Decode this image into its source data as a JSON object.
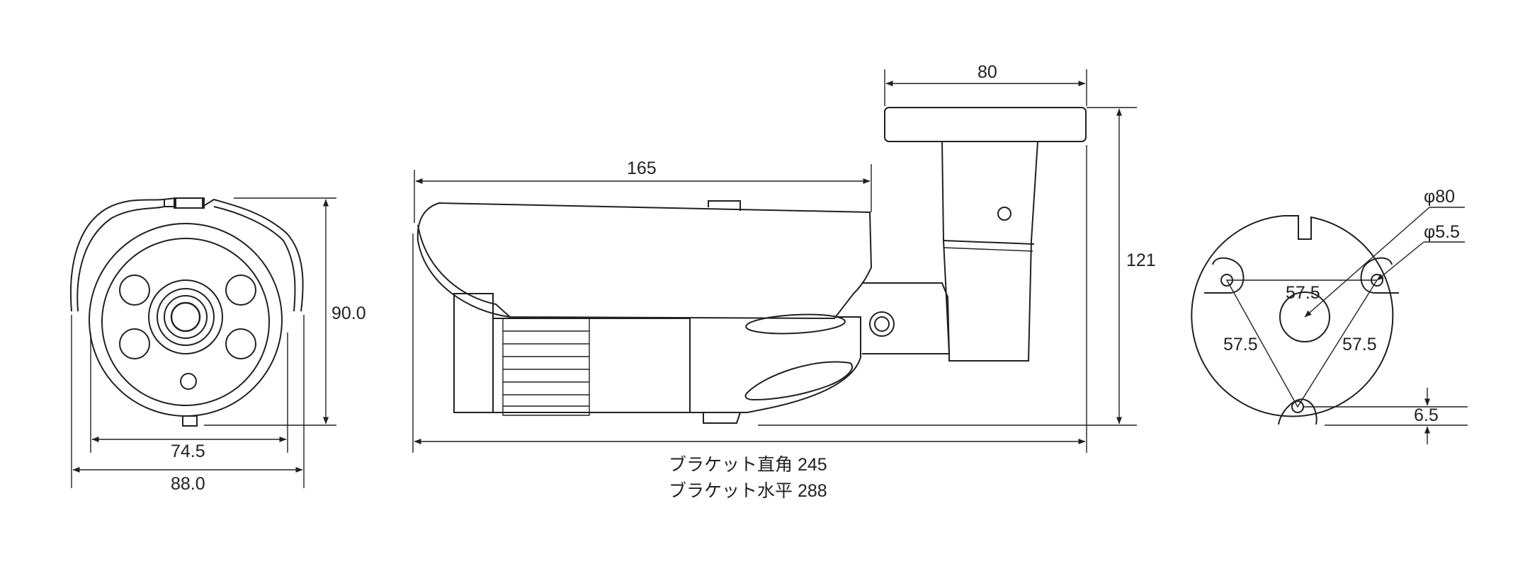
{
  "dimensions": {
    "front_height": "90.0",
    "front_inner_width": "74.5",
    "front_outer_width": "88.0",
    "body_length": "165",
    "bracket_width": "80",
    "total_height": "121",
    "mount_diameter": "φ80",
    "hole_diameter": "φ5.5",
    "hole_pitch_top": "57.5",
    "hole_pitch_left": "57.5",
    "hole_pitch_right": "57.5",
    "hole_offset": "6.5"
  },
  "captions": {
    "bracket_right_angle": "ブラケット直角 245",
    "bracket_horizontal": "ブラケット水平 288"
  }
}
